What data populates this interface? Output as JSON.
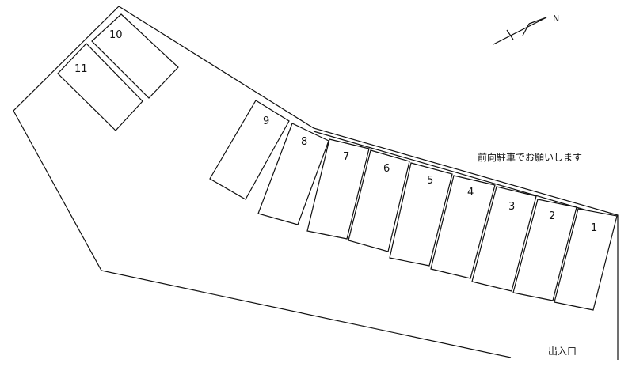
{
  "parking_spaces": [
    "1",
    "2",
    "3",
    "4",
    "5",
    "6",
    "7",
    "8",
    "9",
    "10",
    "11"
  ],
  "notice": "前向駐車でお願いします",
  "entrance_label": "出入口",
  "compass_label": "N"
}
